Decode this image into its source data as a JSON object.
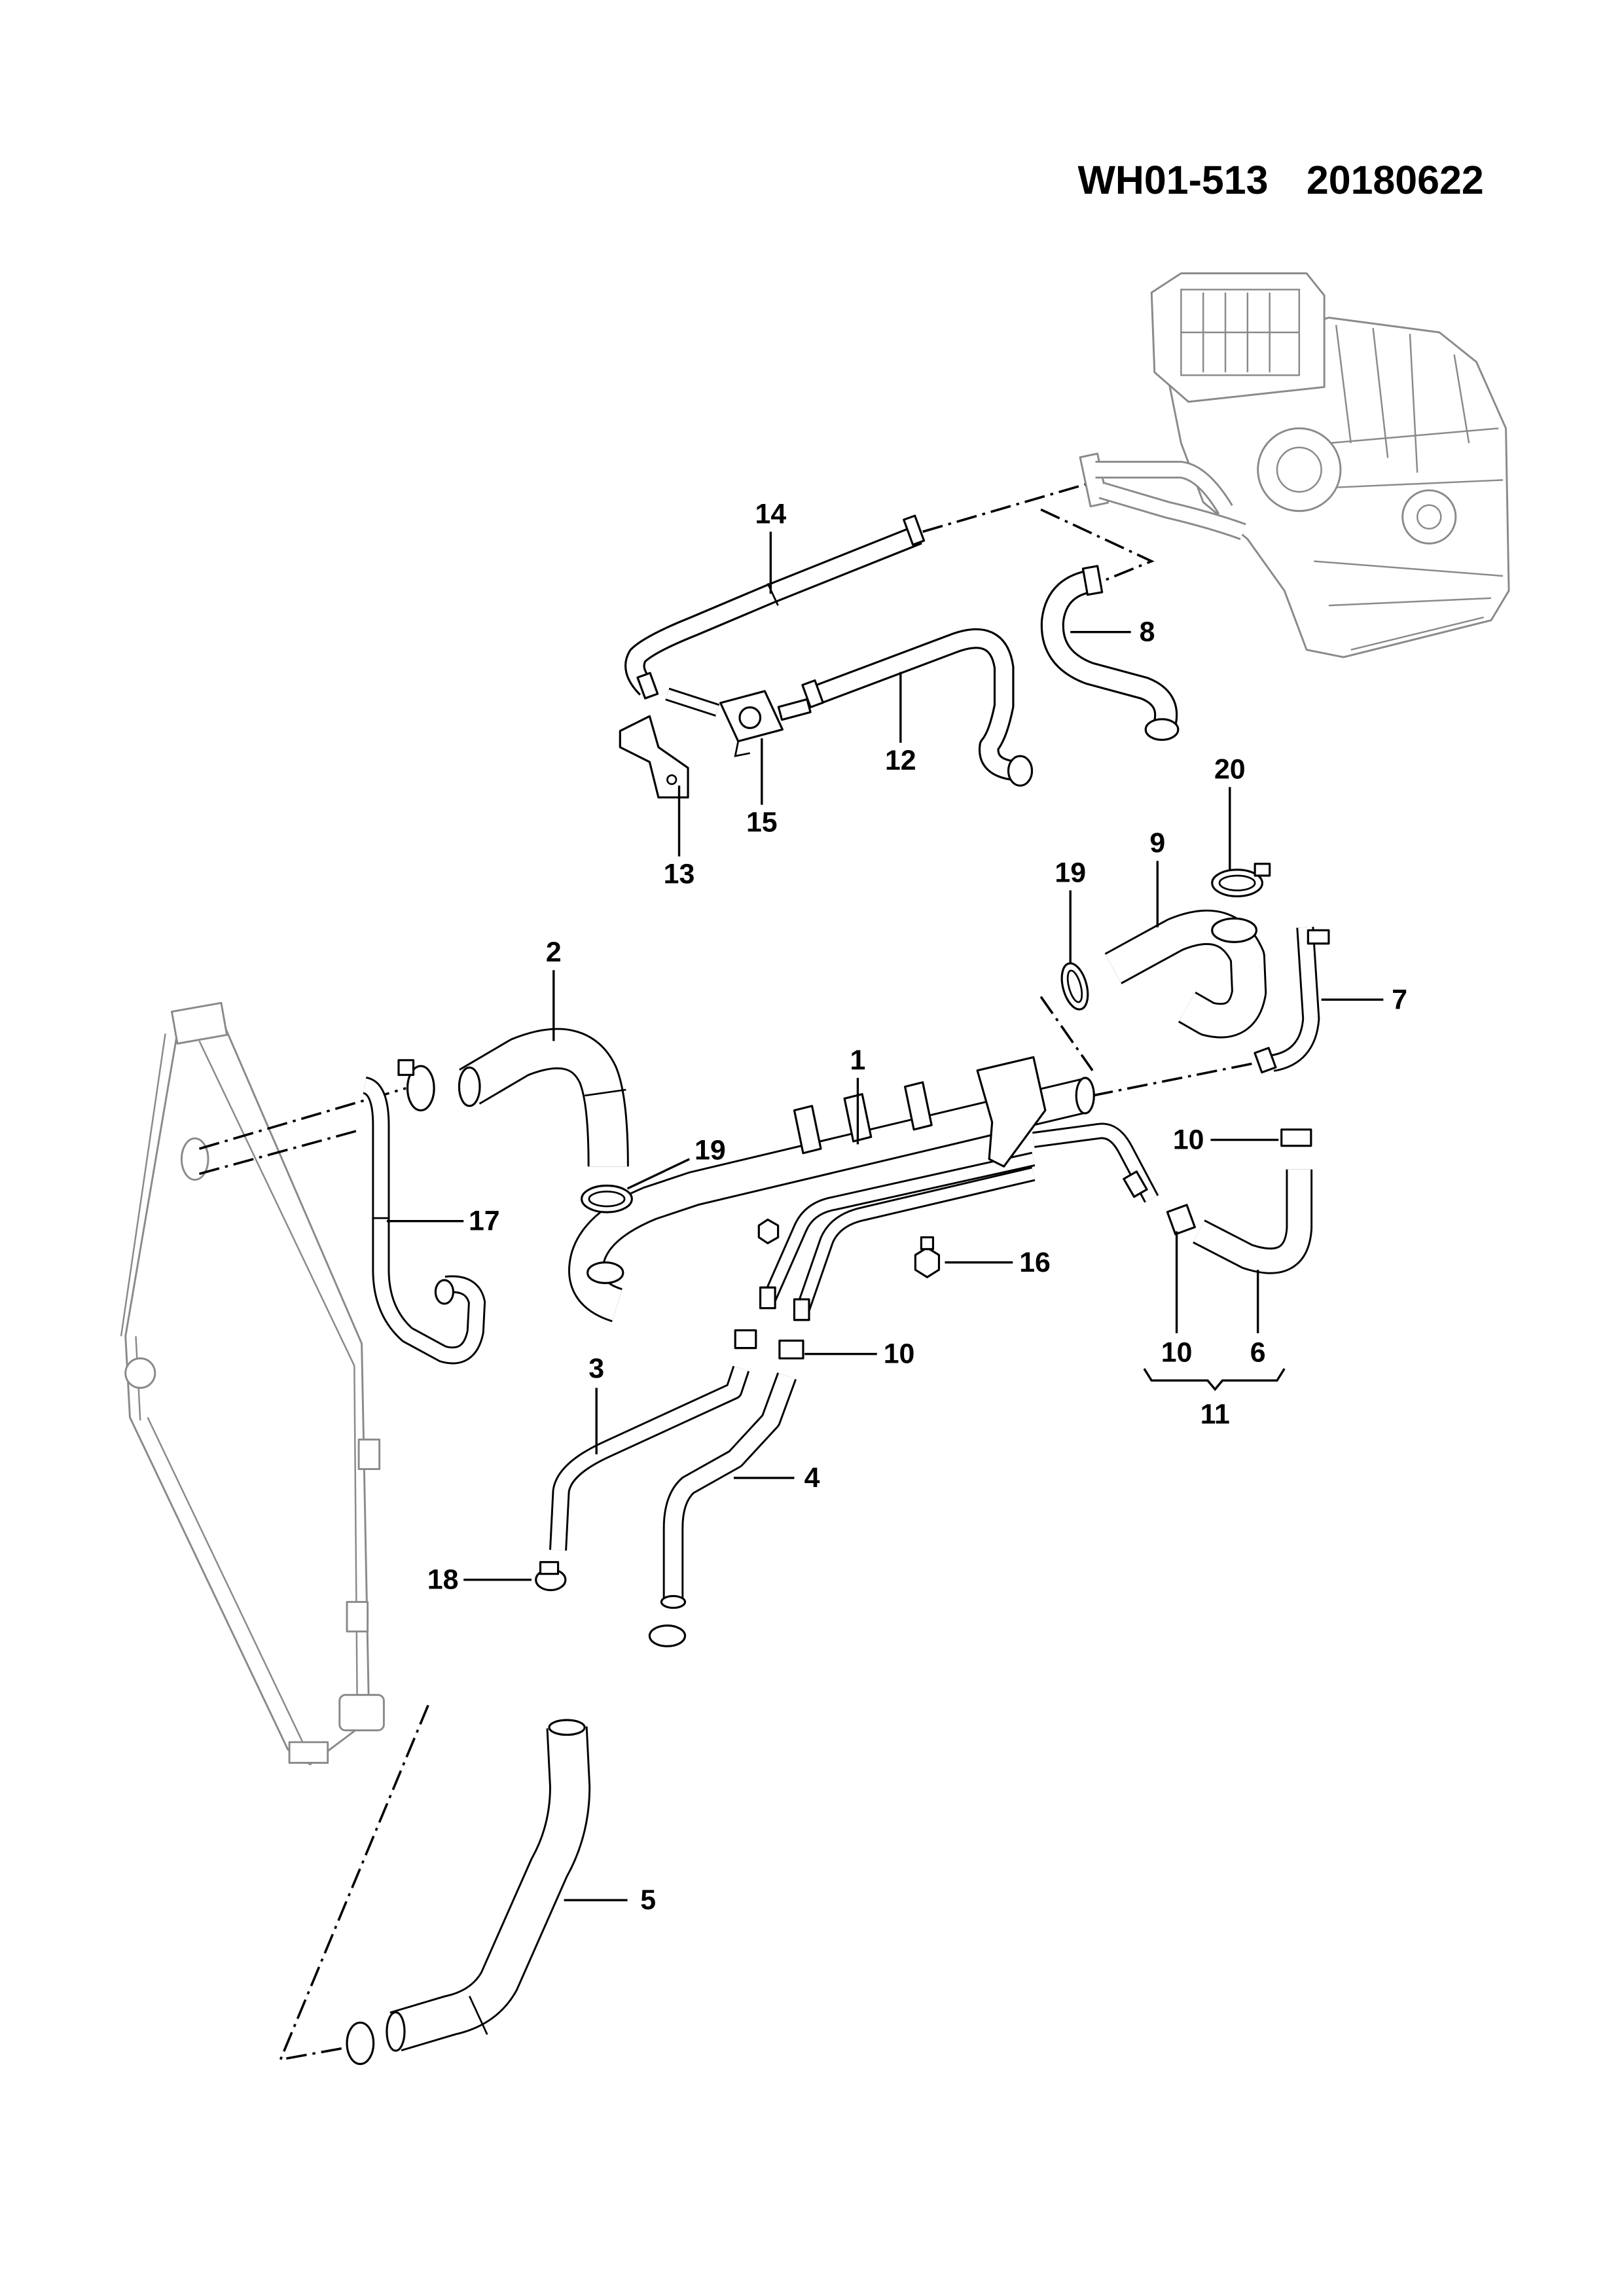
{
  "header": {
    "doc_id": "WH01-513",
    "date": "20180622"
  },
  "callouts": [
    "14",
    "8",
    "12",
    "15",
    "13",
    "20",
    "9",
    "19",
    "7",
    "2",
    "1",
    "19",
    "17",
    "10",
    "16",
    "10",
    "3",
    "10",
    "6",
    "11",
    "4",
    "18",
    "5"
  ]
}
